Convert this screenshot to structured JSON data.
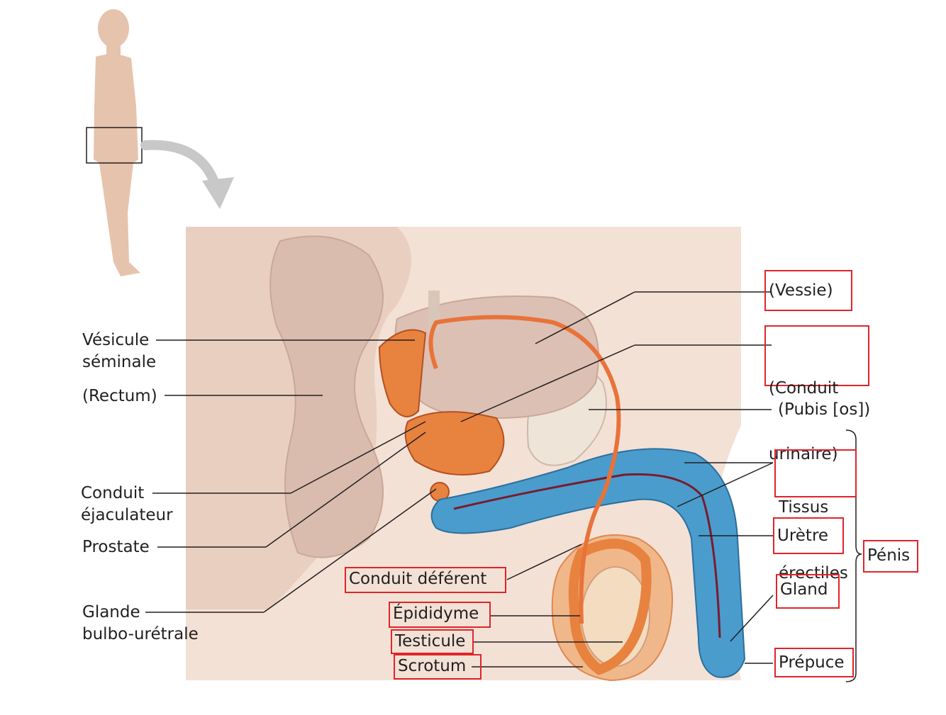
{
  "labels_left": {
    "vesicule_1": "Vésicule",
    "vesicule_2": "séminale",
    "rectum": "(Rectum)",
    "conduit_ej_1": "Conduit",
    "conduit_ej_2": "éjaculateur",
    "prostate": "Prostate",
    "glande_1": "Glande",
    "glande_2": "bulbo-urétrale"
  },
  "labels_center": {
    "conduit_deferent": "Conduit déférent",
    "epididyme": "Épididyme",
    "testicule": "Testicule",
    "scrotum": "Scrotum"
  },
  "labels_right": {
    "vessie": "(Vessie)",
    "conduit_urinaire_1": "(Conduit",
    "conduit_urinaire_2": "urinaire)",
    "pubis": "(Pubis [os])",
    "tissus_1": "Tissus",
    "tissus_2": "érectiles",
    "uretre": "Urètre",
    "gland": "Gland",
    "prepuce": "Prépuce",
    "penis": "Pénis"
  },
  "colors": {
    "highlight_box": "#e0252b",
    "leader_line": "#231f20",
    "body_skin": "#eed3c4",
    "organ_orange": "#e8823f",
    "erectile_blue": "#4a9ccc"
  },
  "icons": [
    "human-silhouette-icon",
    "curved-arrow-icon"
  ]
}
